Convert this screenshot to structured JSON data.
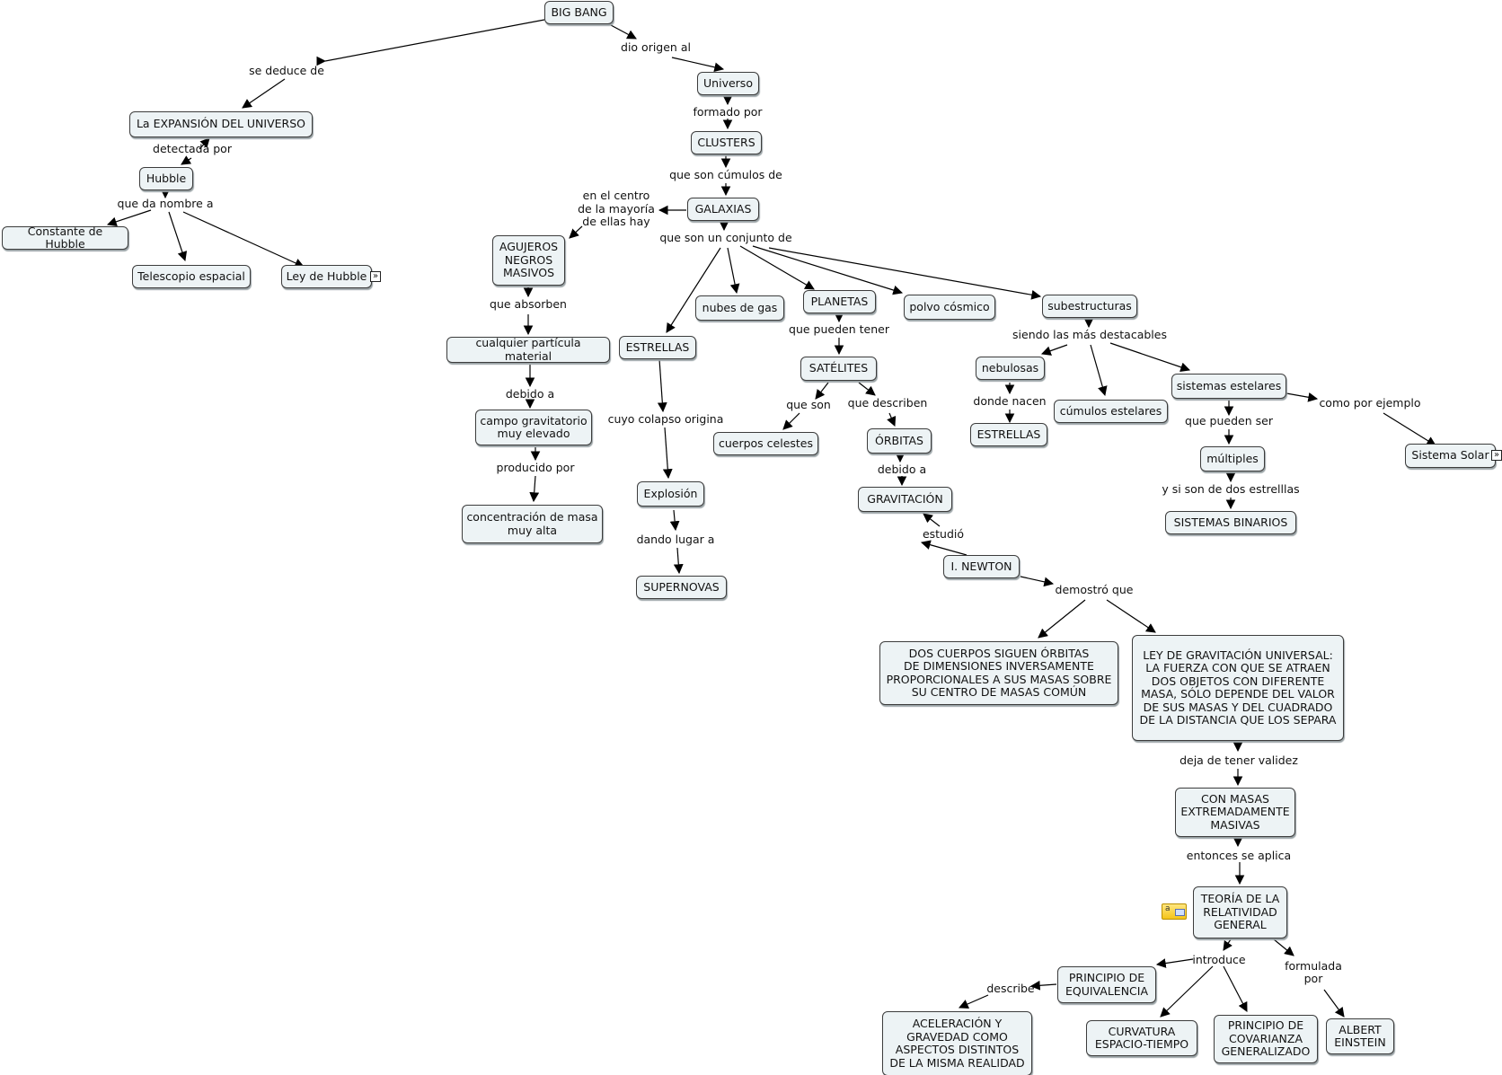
{
  "nodes": {
    "big_bang": "BIG BANG",
    "expansion": "La EXPANSIÓN DEL UNIVERSO",
    "hubble": "Hubble",
    "constante_hubble": "Constante de Hubble",
    "telescopio": "Telescopio espacial",
    "ley_hubble": "Ley de Hubble",
    "universo": "Universo",
    "clusters": "CLUSTERS",
    "galaxias": "GALAXIAS",
    "agujeros": "AGUJEROS\nNEGROS\nMASIVOS",
    "particula": "cualquier partícula material",
    "campo": "campo gravitatorio\nmuy elevado",
    "concentracion": "concentración de masa\nmuy alta",
    "estrellas": "ESTRELLAS",
    "explosion": "Explosión",
    "supernovas": "SUPERNOVAS",
    "nubes": "nubes de gas",
    "planetas": "PLANETAS",
    "satelites": "SATÉLITES",
    "cuerpos": "cuerpos celestes",
    "orbitas": "ÓRBITAS",
    "gravitacion": "GRAVITACIÓN",
    "newton": "I. NEWTON",
    "polvo": "polvo cósmico",
    "subestructuras": "subestructuras",
    "nebulosas": "nebulosas",
    "estrellas2": "ESTRELLAS",
    "cumulos": "cúmulos estelares",
    "sistemas": "sistemas estelares",
    "multiples": "múltiples",
    "binarios": "SISTEMAS BINARIOS",
    "sistema_solar": "Sistema Solar",
    "dos_cuerpos": "DOS CUERPOS SIGUEN ÓRBITAS\nDE DIMENSIONES INVERSAMENTE\nPROPORCIONALES A SUS MASAS SOBRE\nSU CENTRO DE MASAS COMÚN",
    "ley_grav": "LEY DE GRAVITACIÓN UNIVERSAL:\nLA FUERZA CON QUE SE ATRAEN\nDOS OBJETOS CON DIFERENTE\nMASA, SÓLO DEPENDE DEL VALOR\nDE SUS MASAS Y DEL CUADRADO\nDE LA DISTANCIA QUE LOS SEPARA",
    "masas": "CON MASAS\nEXTREMADAMENTE\nMASIVAS",
    "relatividad": "TEORÍA DE LA\nRELATIVIDAD\nGENERAL",
    "equivalencia": "PRINCIPIO DE\nEQUIVALENCIA",
    "aceleracion": "ACELERACIÓN Y\nGRAVEDAD COMO\nASPECTOS DISTINTOS\nDE LA MISMA REALIDAD",
    "curvatura": "CURVATURA\nESPACIO-TIEMPO",
    "covarianza": "PRINCIPIO DE\nCOVARIANZA\nGENERALIZADO",
    "einstein": "ALBERT\nEINSTEIN"
  },
  "labels": {
    "se_deduce": "se deduce de",
    "dio_origen": "dio origen al",
    "detectada": "detectada por",
    "da_nombre": "que da nombre a",
    "formado": "formado por",
    "cumulos_de": "que son cúmulos de",
    "centro": "en el centro\nde la mayoría\nde ellas hay",
    "conjunto": "que son un conjunto de",
    "absorben": "que absorben",
    "debido1": "debido a",
    "producido": "producido por",
    "colapso": "cuyo colapso origina",
    "dando": "dando lugar a",
    "pueden_tener": "que pueden tener",
    "que_son": "que son",
    "describen": "que describen",
    "debido2": "debido a",
    "estudio": "estudió",
    "destacables": "siendo las más destacables",
    "donde": "donde nacen",
    "pueden_ser": "que pueden ser",
    "ejemplo": "como por ejemplo",
    "dos_estrellas": "y si son de dos estrelllas",
    "demostro": "demostró que",
    "validez": "deja de tener validez",
    "aplica": "entonces se aplica",
    "introduce": "introduce",
    "formulada": "formulada\npor",
    "describe": "describe"
  },
  "icons": {
    "expand": "»",
    "note": "note-icon"
  }
}
